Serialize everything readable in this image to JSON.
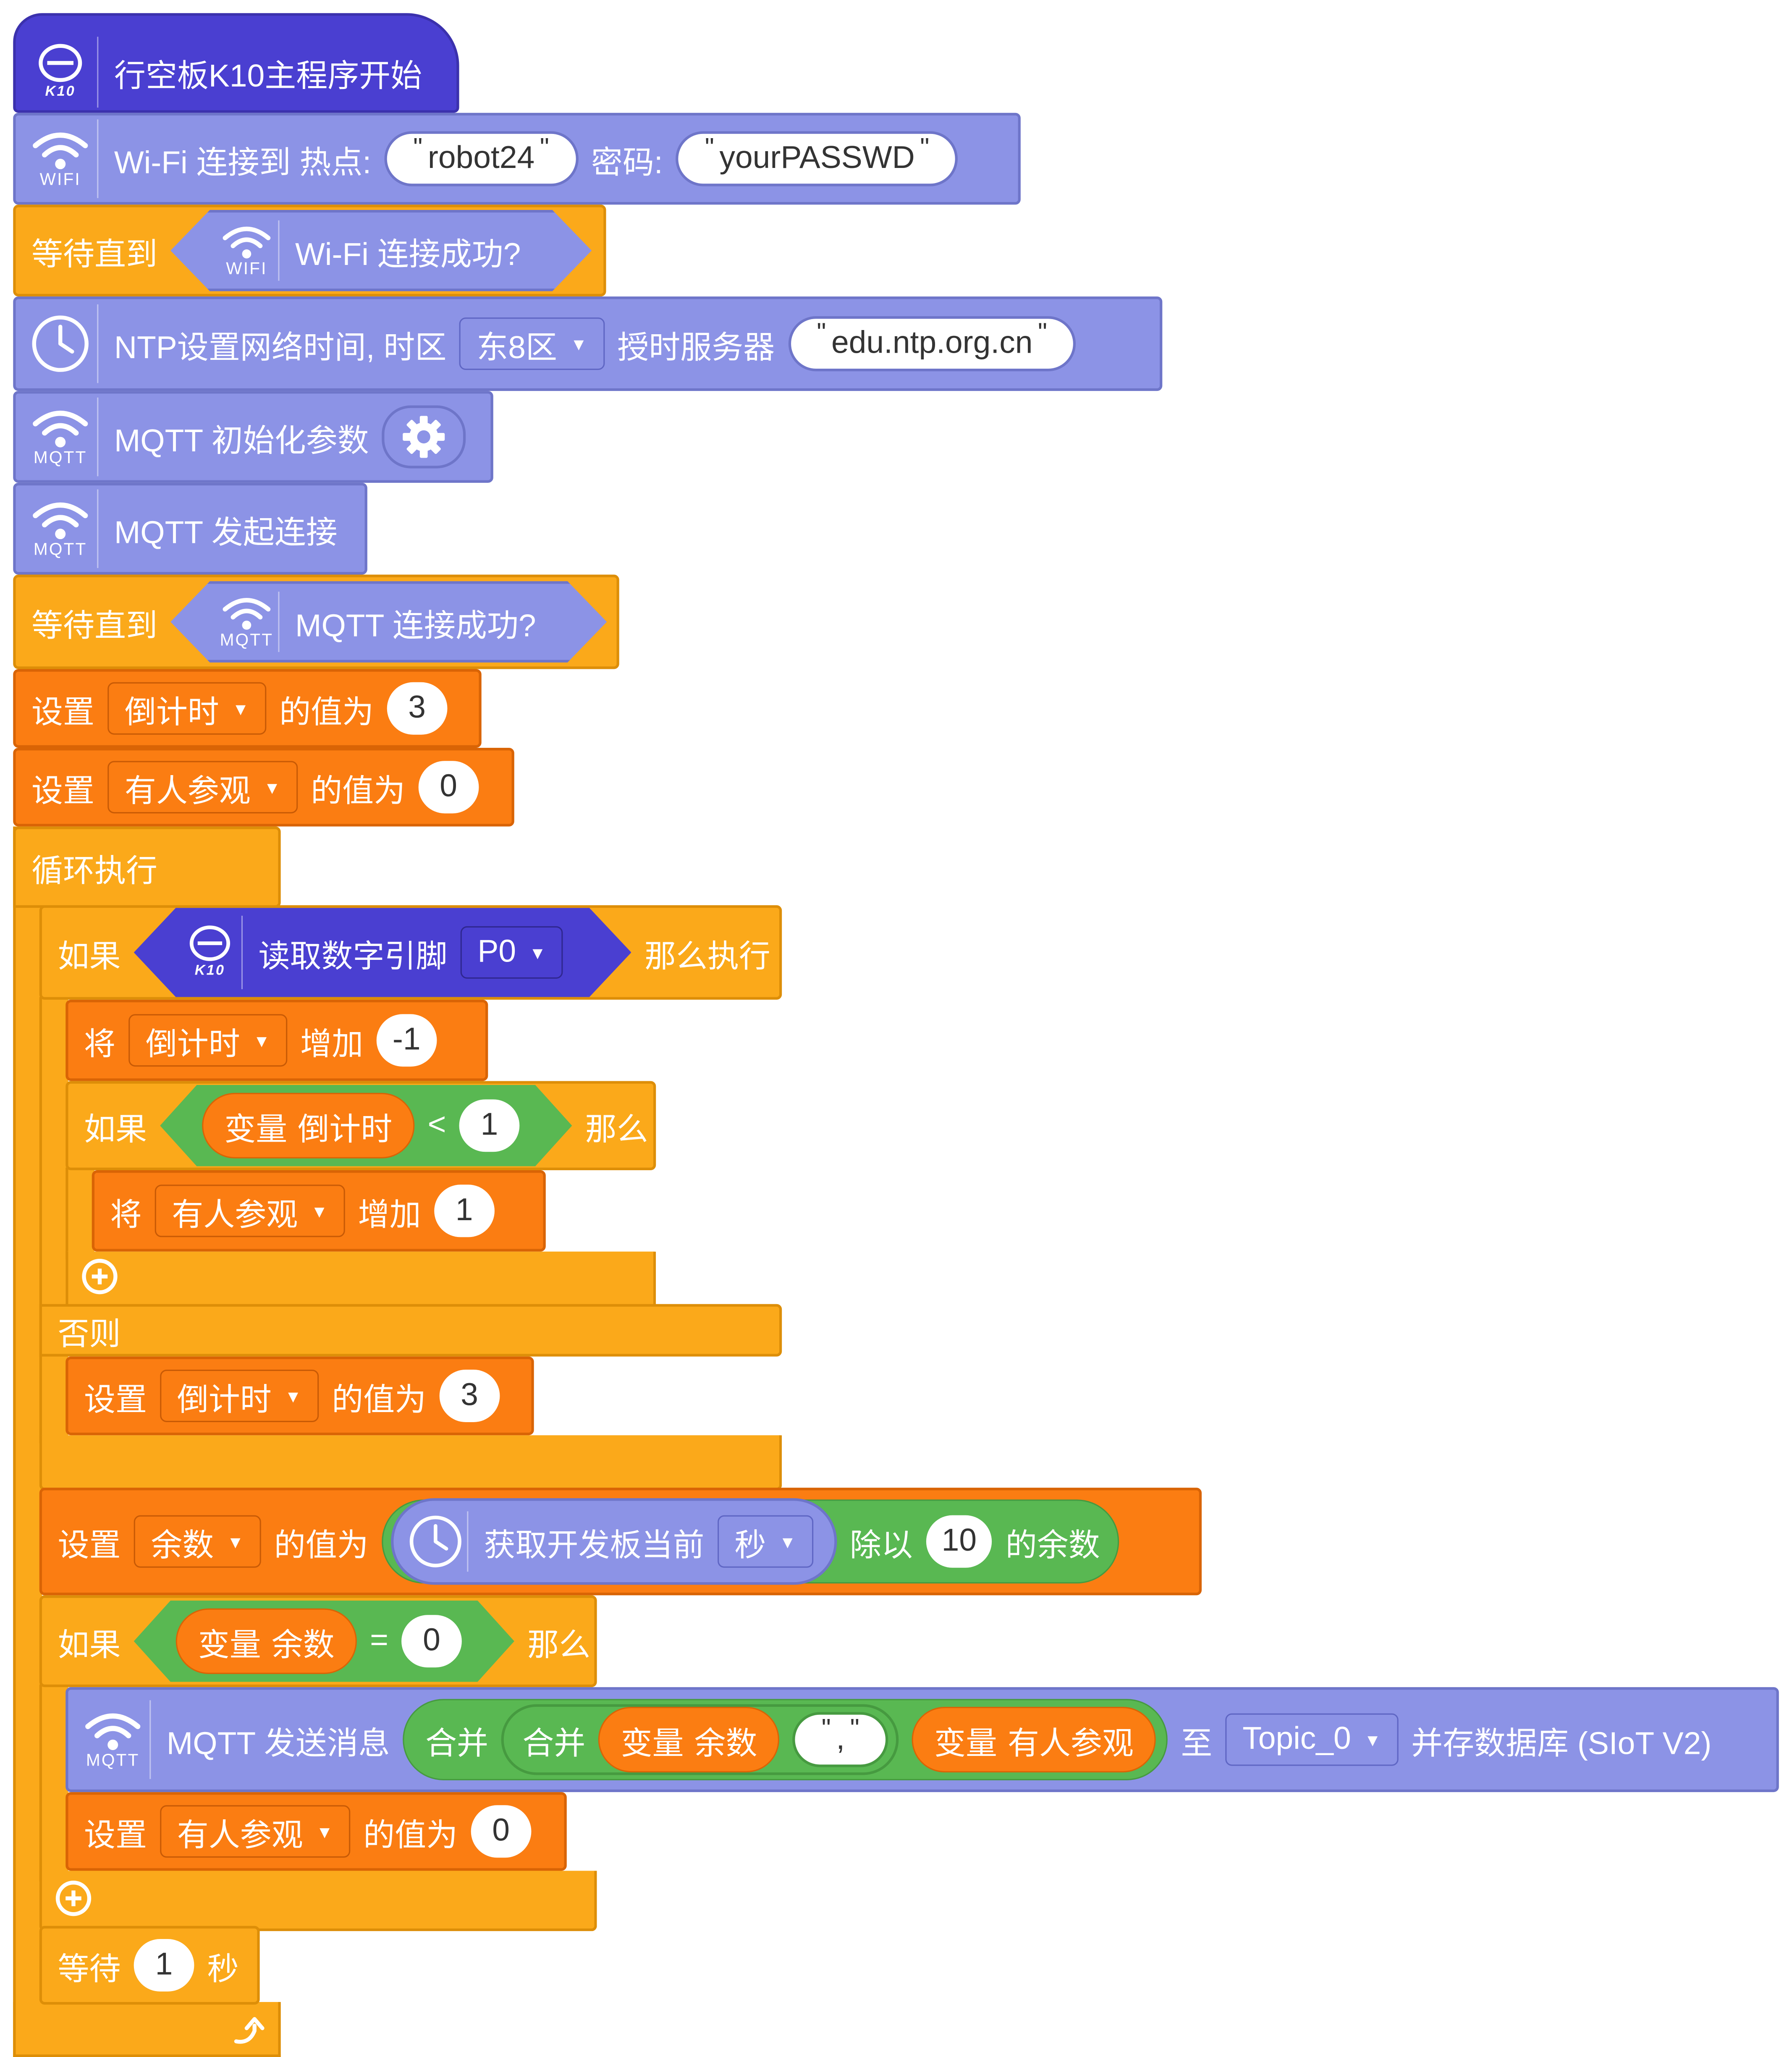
{
  "blocks": {
    "start": {
      "label": "行空板K10主程序开始",
      "icon": "k10-board-icon",
      "caption": "K10"
    },
    "wifi_connect": {
      "caption": "WIFI",
      "label": "Wi-Fi 连接到 热点:",
      "ssid": "robot24",
      "pwd_label": "密码:",
      "password": "yourPASSWD"
    },
    "wait_wifi": {
      "label": "等待直到",
      "caption": "WIFI",
      "condition": "Wi-Fi 连接成功?"
    },
    "ntp": {
      "label": "NTP设置网络时间, 时区",
      "timezone": "东8区",
      "server_label": "授时服务器",
      "server": "edu.ntp.org.cn"
    },
    "mqtt_init": {
      "caption": "MQTT",
      "label": "MQTT 初始化参数"
    },
    "mqtt_connect": {
      "caption": "MQTT",
      "label": "MQTT 发起连接"
    },
    "wait_mqtt": {
      "label": "等待直到",
      "caption": "MQTT",
      "condition": "MQTT 连接成功?"
    },
    "set_countdown": {
      "set": "设置",
      "var": "倒计时",
      "value_label": "的值为",
      "value": "3"
    },
    "set_people": {
      "set": "设置",
      "var": "有人参观",
      "value_label": "的值为",
      "value": "0"
    },
    "forever": {
      "label": "循环执行"
    },
    "if_pin": {
      "if": "如果",
      "caption": "K10",
      "read": "读取数字引脚",
      "pin": "P0",
      "then": "那么执行"
    },
    "change_countdown": {
      "label": "将",
      "var": "倒计时",
      "op": "增加",
      "value": "-1"
    },
    "if_lt": {
      "if": "如果",
      "var_kw": "变量",
      "var": "倒计时",
      "cmp": "<",
      "value": "1",
      "then": "那么"
    },
    "change_people": {
      "label": "将",
      "var": "有人参观",
      "op": "增加",
      "value": "1"
    },
    "else": {
      "label": "否则"
    },
    "reset_countdown": {
      "set": "设置",
      "var": "倒计时",
      "value_label": "的值为",
      "value": "3"
    },
    "set_remainder": {
      "set": "设置",
      "var": "余数",
      "value_label": "的值为",
      "get": "获取开发板当前",
      "unit": "秒",
      "div": "除以",
      "divisor": "10",
      "mod": "的余数"
    },
    "if_eq": {
      "if": "如果",
      "var_kw": "变量",
      "var": "余数",
      "cmp": "=",
      "value": "0",
      "then": "那么"
    },
    "mqtt_send": {
      "caption": "MQTT",
      "label": "MQTT 发送消息",
      "join": "合并",
      "var_kw": "变量",
      "var1": "余数",
      "sep": ",",
      "var2": "有人参观",
      "to": "至",
      "topic": "Topic_0",
      "save": "并存数据库 (SIoT V2)"
    },
    "reset_people": {
      "set": "设置",
      "var": "有人参观",
      "value_label": "的值为",
      "value": "0"
    },
    "wait": {
      "label": "等待",
      "value": "1",
      "unit": "秒"
    }
  },
  "colors": {
    "k10": "#4a3fd1",
    "network": "#8c93e6",
    "control": "#fba91a",
    "variable": "#fb7d12",
    "operator": "#59b852"
  }
}
